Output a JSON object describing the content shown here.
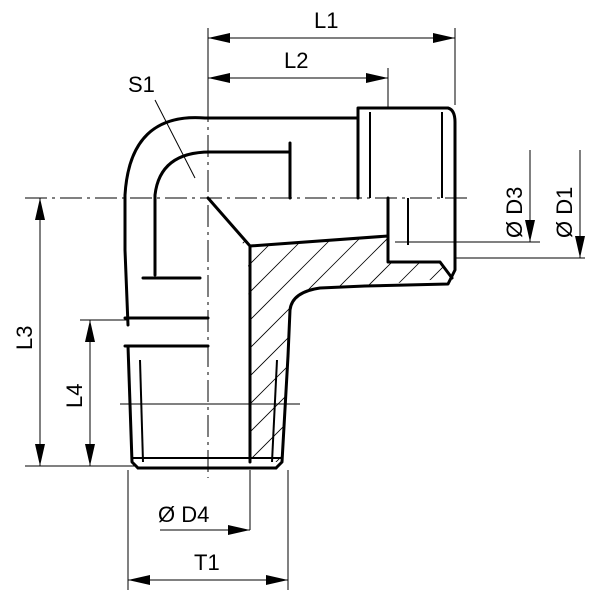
{
  "figure": {
    "type": "technical drawing",
    "subject": "90-degree elbow fitting, sectional view",
    "line_color": "#000000",
    "background": "#ffffff"
  },
  "labels": {
    "l1": "L1",
    "l2": "L2",
    "l3": "L3",
    "l4": "L4",
    "s1": "S1",
    "d1": "Ø D1",
    "d3": "Ø D3",
    "d4": "Ø D4",
    "t1": "T1"
  }
}
